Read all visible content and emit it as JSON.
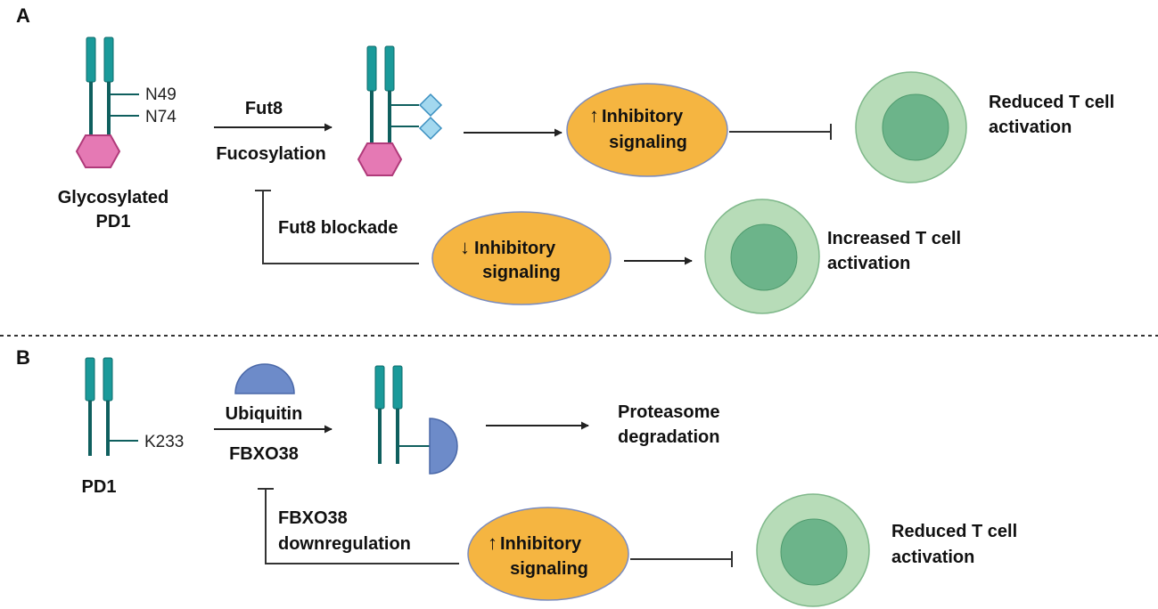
{
  "panel_a": {
    "label": "A",
    "pd1_sites": [
      "N49",
      "N74"
    ],
    "pd1_caption": [
      "Glycosylated",
      "PD1"
    ],
    "arrow_top": "Fut8",
    "arrow_bottom": "Fucosylation",
    "upper_ellipse": {
      "arrow": "↑",
      "line1": "Inhibitory",
      "line2": "signaling"
    },
    "upper_outcome": [
      "Reduced T cell",
      "activation"
    ],
    "blockade": "Fut8 blockade",
    "lower_ellipse": {
      "arrow": "↓",
      "line1": "Inhibitory",
      "line2": "signaling"
    },
    "lower_outcome": [
      "Increased T cell",
      "activation"
    ]
  },
  "panel_b": {
    "label": "B",
    "pd1_site": "K233",
    "pd1_caption": "PD1",
    "arrow_top": "Ubiquitin",
    "arrow_bottom": "FBXO38",
    "degradation": [
      "Proteasome",
      "degradation"
    ],
    "downregulation": [
      "FBXO38",
      "downregulation"
    ],
    "ellipse": {
      "arrow": "↑",
      "line1": "Inhibitory",
      "line2": "signaling"
    },
    "outcome": [
      "Reduced T cell",
      "activation"
    ]
  },
  "colors": {
    "receptor": "#1a9a9a",
    "receptor_stem": "#0f5f5e",
    "glycan_hexagon": "#e579b4",
    "fucose": "#a3d8ef",
    "ubiquitin": "#6d8bc9",
    "ellipse_fill": "#f5b541",
    "tcell_outer": "#b7dcb8",
    "tcell_inner": "#6cb48a",
    "line": "#333333"
  }
}
